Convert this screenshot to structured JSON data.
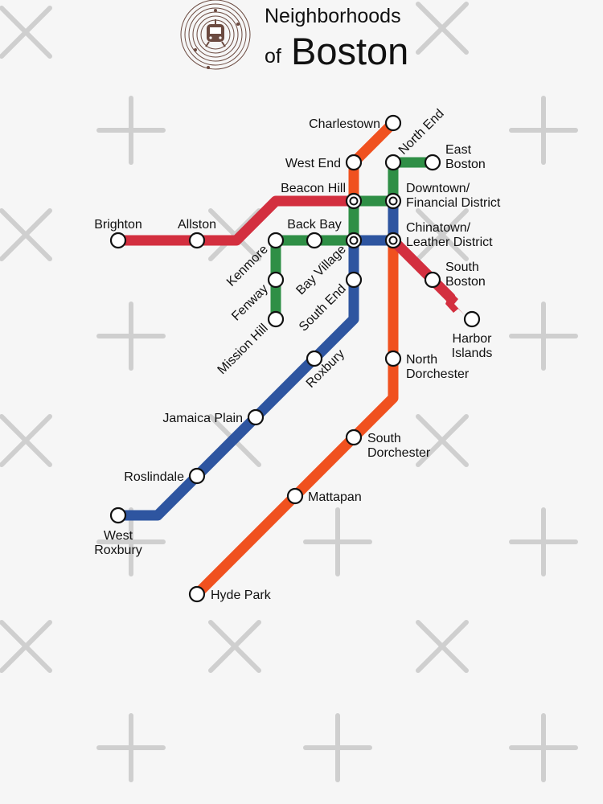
{
  "title": {
    "line1": "Neighborhoods",
    "line2_prefix": "of",
    "line2_main": "Boston"
  },
  "colors": {
    "red": "#d32f3f",
    "orange": "#f0511f",
    "green": "#2f8f46",
    "blue": "#2e55a0",
    "background": "#f6f6f6",
    "decoration": "#cfcfcf",
    "logo": "#6b4a40"
  },
  "logo": {
    "icon": "trolley-icon"
  },
  "stations": {
    "charlestown": "Charlestown",
    "north_end": "North End",
    "west_end": "West End",
    "east_boston": [
      "East",
      "Boston"
    ],
    "beacon_hill": "Beacon Hill",
    "downtown": [
      "Downtown/",
      "Financial District"
    ],
    "brighton": "Brighton",
    "allston": "Allston",
    "back_bay": "Back Bay",
    "chinatown": [
      "Chinatown/",
      "Leather District"
    ],
    "kenmore": "Kenmore",
    "bay_village": "Bay Village",
    "south_boston": [
      "South",
      "Boston"
    ],
    "fenway": "Fenway",
    "south_end": "South End",
    "mission_hill": "Mission Hill",
    "harbor_islands": [
      "Harbor",
      "Islands"
    ],
    "roxbury": "Roxbury",
    "north_dorchester": [
      "North",
      "Dorchester"
    ],
    "jamaica_plain": "Jamaica Plain",
    "south_dorchester": [
      "South",
      "Dorchester"
    ],
    "roslindale": "Roslindale",
    "mattapan": "Mattapan",
    "west_roxbury": [
      "West",
      "Roxbury"
    ],
    "hyde_park": "Hyde Park"
  }
}
